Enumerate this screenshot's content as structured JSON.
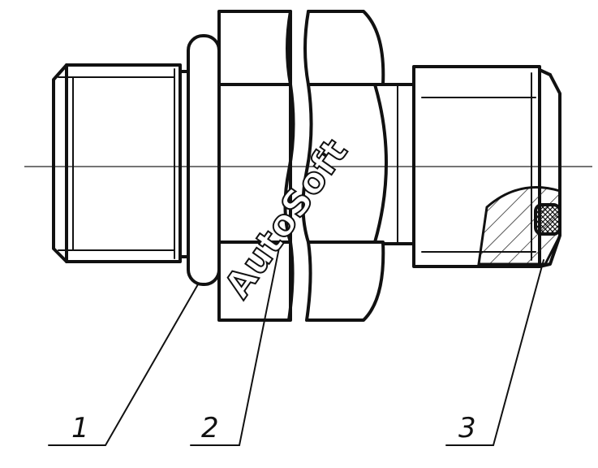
{
  "watermark": {
    "text": "AutoSoft"
  },
  "callouts": [
    {
      "id": "1",
      "label": "1"
    },
    {
      "id": "2",
      "label": "2"
    },
    {
      "id": "3",
      "label": "3"
    }
  ]
}
